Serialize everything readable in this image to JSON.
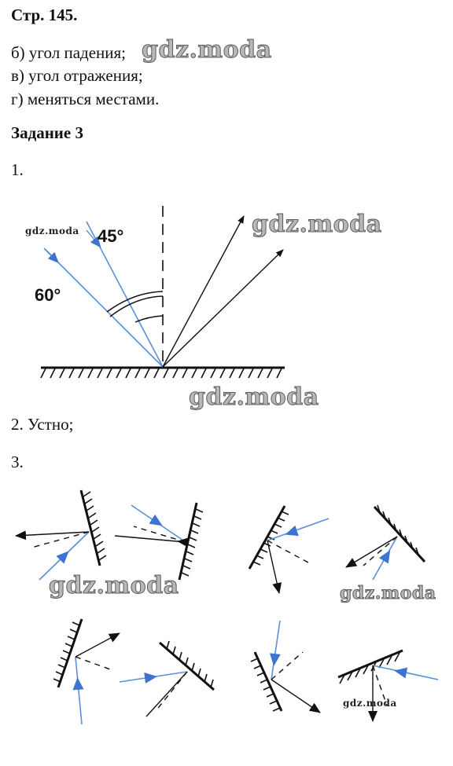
{
  "header": {
    "title": "Стр. 145."
  },
  "answers": [
    {
      "text": "б) угол падения;"
    },
    {
      "text": "в) угол отражения;"
    },
    {
      "text": "г) меняться местами."
    }
  ],
  "task": {
    "title": "Задание 3"
  },
  "items": [
    {
      "label": "1."
    },
    {
      "label": "2. Устно;"
    },
    {
      "label": "3."
    }
  ],
  "figure1": {
    "angle_a": "45°",
    "angle_b": "60°"
  },
  "watermarks": {
    "text": "gdz.moda"
  },
  "colors": {
    "ray_blue": "#5b8fd6",
    "arrow_blue": "#3d74d0",
    "line": "#111111"
  }
}
